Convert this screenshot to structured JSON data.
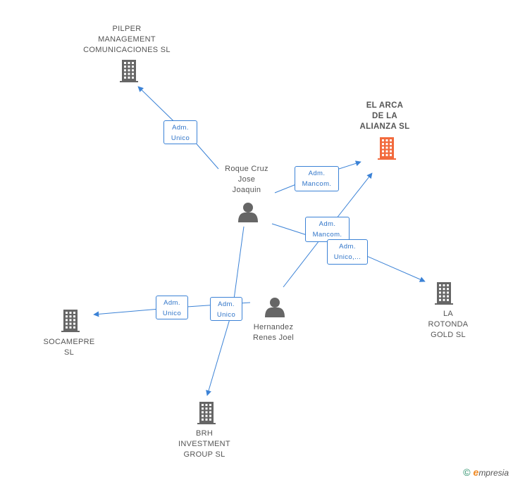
{
  "colors": {
    "edge": "#3b82d6",
    "company": "#666666",
    "company_highlight": "#f26a3d",
    "person": "#666666"
  },
  "nodes": [
    {
      "id": "pilper",
      "kind": "company",
      "icon": "building-icon",
      "lines": [
        "PILPER",
        "MANAGEMENT",
        "COMUNICACIONES SL"
      ]
    },
    {
      "id": "arca",
      "kind": "company-highlight",
      "icon": "building-icon",
      "lines": [
        "EL ARCA",
        "DE LA",
        "ALIANZA SL"
      ]
    },
    {
      "id": "roque",
      "kind": "person",
      "icon": "person-icon",
      "lines": [
        "Roque Cruz",
        "Jose",
        "Joaquin"
      ]
    },
    {
      "id": "hernandez",
      "kind": "person",
      "icon": "person-icon",
      "lines": [
        "Hernandez",
        "Renes Joel"
      ]
    },
    {
      "id": "rotonda",
      "kind": "company",
      "icon": "building-icon",
      "lines": [
        "LA",
        "ROTONDA",
        "GOLD SL"
      ]
    },
    {
      "id": "socamepre",
      "kind": "company",
      "icon": "building-icon",
      "lines": [
        "SOCAMEPRE",
        "SL"
      ]
    },
    {
      "id": "brh",
      "kind": "company",
      "icon": "building-icon",
      "lines": [
        "BRH",
        "INVESTMENT",
        "GROUP SL"
      ]
    }
  ],
  "edges": [
    {
      "id": "e1",
      "from": "roque",
      "to": "pilper",
      "label": [
        "Adm.",
        "Unico"
      ]
    },
    {
      "id": "e2",
      "from": "roque",
      "to": "arca",
      "label": [
        "Adm.",
        "Mancom."
      ]
    },
    {
      "id": "e3",
      "from": "hernandez",
      "to": "arca",
      "label": [
        "Adm.",
        "Mancom."
      ]
    },
    {
      "id": "e4",
      "from": "roque",
      "to": "rotonda",
      "label": [
        "Adm.",
        "Unico,..."
      ]
    },
    {
      "id": "e5",
      "from": "hernandez",
      "to": "socamepre",
      "label": [
        "Adm.",
        "Unico"
      ]
    },
    {
      "id": "e6",
      "from": "roque",
      "to": "brh",
      "label": [
        "Adm.",
        "Unico"
      ]
    }
  ],
  "footer": {
    "copyright": "©",
    "brand_e": "e",
    "brand_rest": "mpresia"
  }
}
